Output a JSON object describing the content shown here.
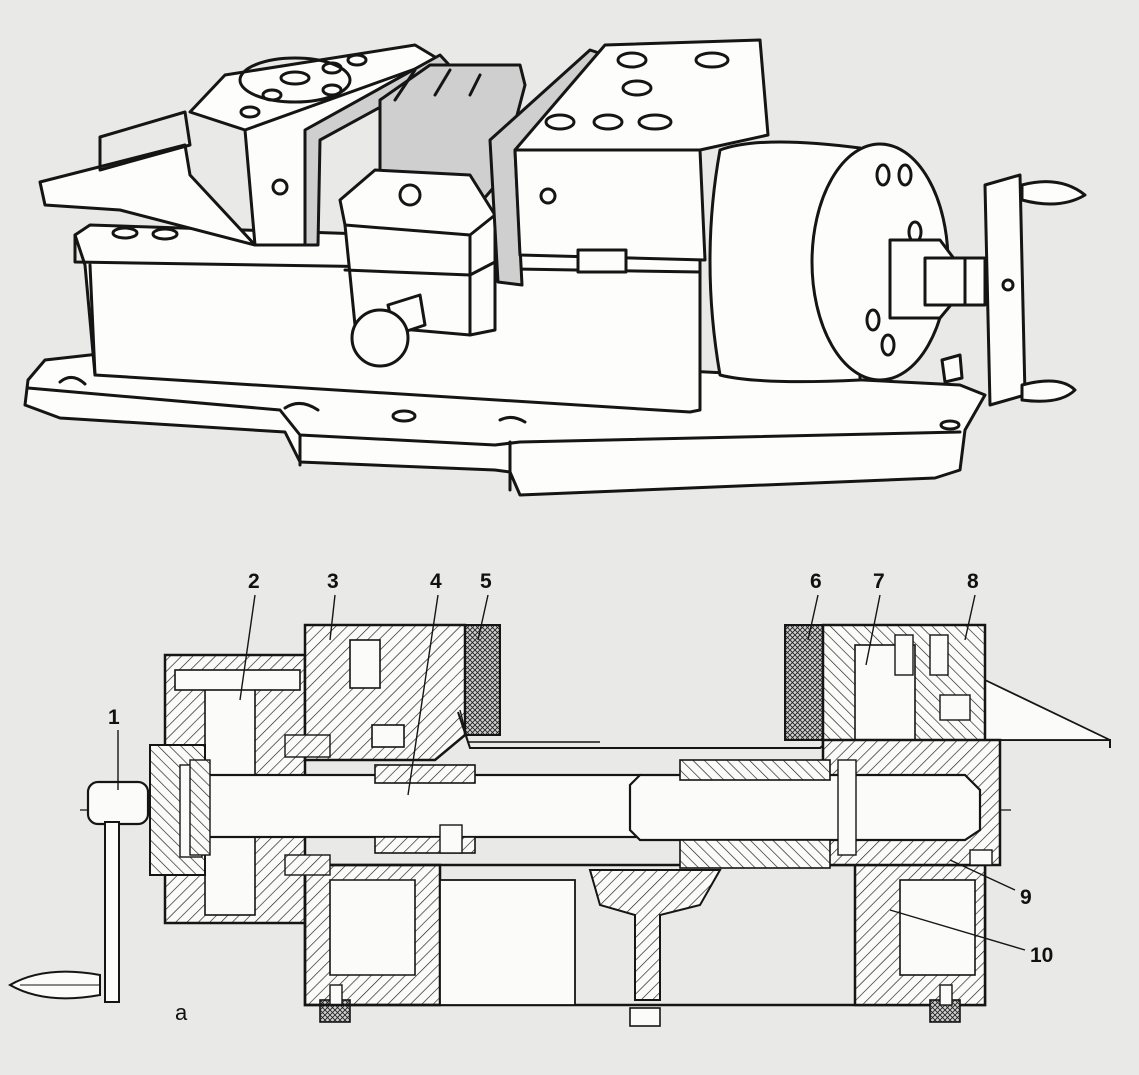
{
  "figure": {
    "panel_label": "a",
    "part_labels": [
      "1",
      "2",
      "3",
      "4",
      "5",
      "6",
      "7",
      "8",
      "9",
      "10"
    ]
  },
  "colors": {
    "paper": "#e9e9e7",
    "ink": "#151515",
    "shade": "#cfcfcf"
  }
}
